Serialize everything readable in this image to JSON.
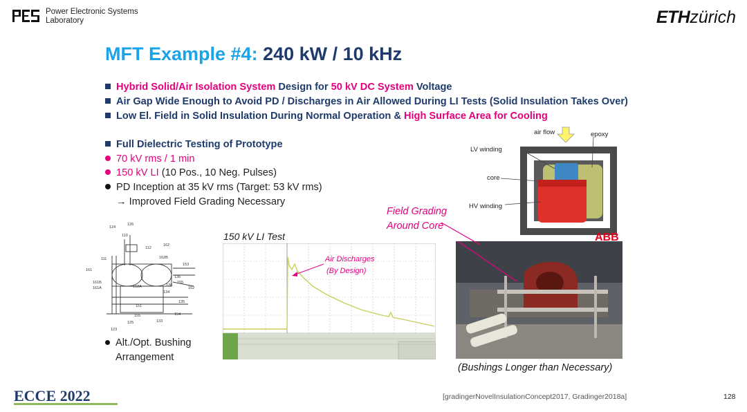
{
  "header": {
    "pes_line1": "Power Electronic Systems",
    "pes_line2": "Laboratory",
    "eth_bold": "ETH",
    "eth_rest": "zürich"
  },
  "title": {
    "lead": "MFT Example #4:",
    "rest": "240 kW / 10 kHz"
  },
  "bullets": [
    {
      "parts": [
        {
          "text": "Hybrid Solid/Air Isolation System",
          "pink": true
        },
        {
          "text": " Design for ",
          "pink": false
        },
        {
          "text": "50 kV DC System",
          "pink": true
        },
        {
          "text": " Voltage",
          "pink": false
        }
      ]
    },
    {
      "parts": [
        {
          "text": "Air Gap Wide Enough to Avoid PD / Discharges in Air Allowed During LI Tests (Solid Insulation Takes Over)",
          "pink": false
        }
      ]
    },
    {
      "parts": [
        {
          "text": "Low El. Field in Solid Insulation During Normal Operation & ",
          "pink": false
        },
        {
          "text": "High Surface Area for Cooling",
          "pink": true
        }
      ]
    }
  ],
  "testing": {
    "heading": "Full Dielectric Testing of Prototype",
    "item1": "70 kV rms / 1 min",
    "item2_red": "150 kV LI",
    "item2_rest": " (10 Pos., 10 Neg. Pulses)",
    "item3": "PD Inception at 35 kV rms (Target: 53 kV rms)",
    "item4": "→ Improved Field Grading Necessary"
  },
  "diagram_labels": {
    "air_flow": "air flow",
    "epoxy": "epoxy",
    "lv_winding": "LV winding",
    "core": "core",
    "hv_winding": "HV winding",
    "abb": "ABB"
  },
  "field_grading": {
    "line1": "Field Grading",
    "line2": "Around Core"
  },
  "li_test": {
    "title": "150 kV LI Test",
    "annotation_line1": "Air Discharges",
    "annotation_line2": "(By Design)"
  },
  "patent_numbers": [
    "124",
    "126",
    "110",
    "112",
    "162",
    "162B",
    "111",
    "161",
    "161B",
    "161A",
    "153",
    "136",
    "155",
    "152",
    "138",
    "135",
    "162A",
    "134",
    "151",
    "133",
    "155",
    "154",
    "125",
    "123"
  ],
  "alt": {
    "line1": "Alt./Opt. Bushing",
    "line2": "Arrangement"
  },
  "bushings_caption": "(Bushings Longer than Necessary)",
  "reference": "[gradingerNovelInsulationConcept2017, Gradinger2018a]",
  "page_number": "128",
  "ecce_logo": "ECCE 2022",
  "colors": {
    "title_blue": "#1aa3e8",
    "navy": "#1f3b6b",
    "pink": "#e6007e"
  }
}
